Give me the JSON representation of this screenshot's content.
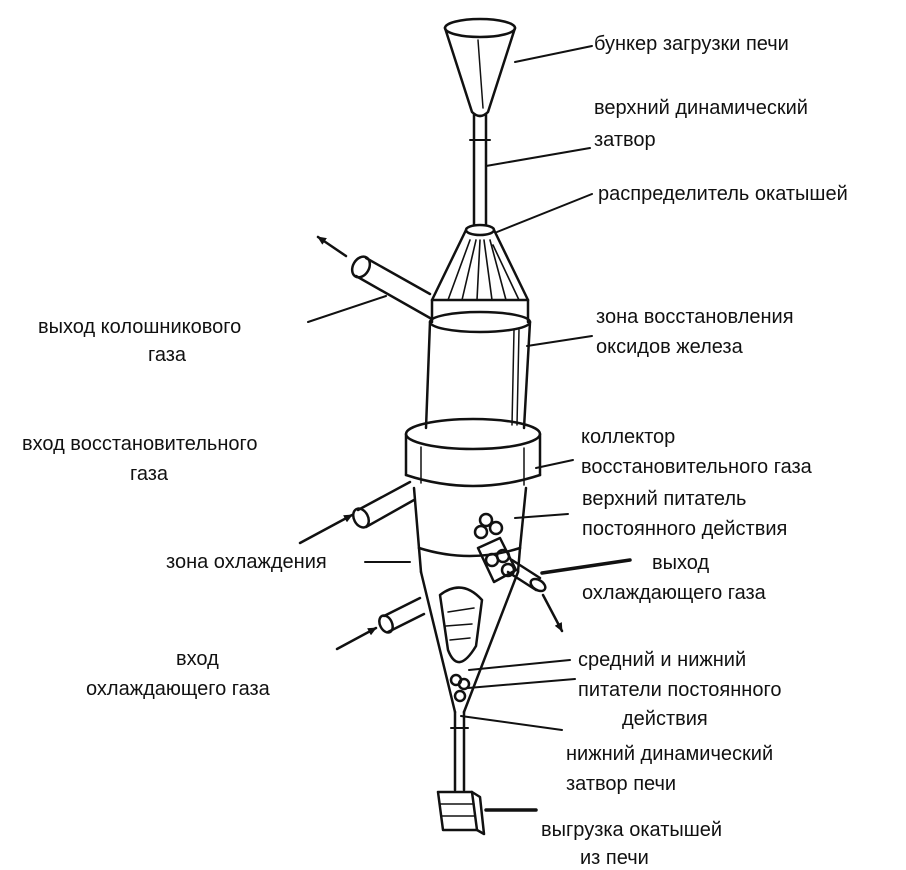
{
  "labels": {
    "hopper": "бункер загрузки печи",
    "upper_seal_1": "верхний динамический",
    "upper_seal_2": "затвор",
    "distributor": "распределитель окатышей",
    "top_gas_1": "выход колошникового",
    "top_gas_2": "газа",
    "reduction_zone_1": "зона восстановления",
    "reduction_zone_2": "оксидов железа",
    "reducing_gas_in_1": "вход восстановительного",
    "reducing_gas_in_2": "газа",
    "collector_1": "коллектор",
    "collector_2": "восстановительного газа",
    "upper_feeder_1": "верхний питатель",
    "upper_feeder_2": "постоянного действия",
    "cooling_zone": "зона охлаждения",
    "cooling_gas_out_1": "выход",
    "cooling_gas_out_2": "охлаждающего газа",
    "cooling_gas_in_1": "вход",
    "cooling_gas_in_2": "охлаждающего газа",
    "mid_lower_feeders_1": "средний и нижний",
    "mid_lower_feeders_2": "питатели постоянного",
    "mid_lower_feeders_3": "действия",
    "lower_seal_1": "нижний динамический",
    "lower_seal_2": "затвор печи",
    "discharge_1": "выгрузка окатышей",
    "discharge_2": "из печи"
  },
  "colors": {
    "ink": "#111111",
    "background": "#ffffff"
  }
}
